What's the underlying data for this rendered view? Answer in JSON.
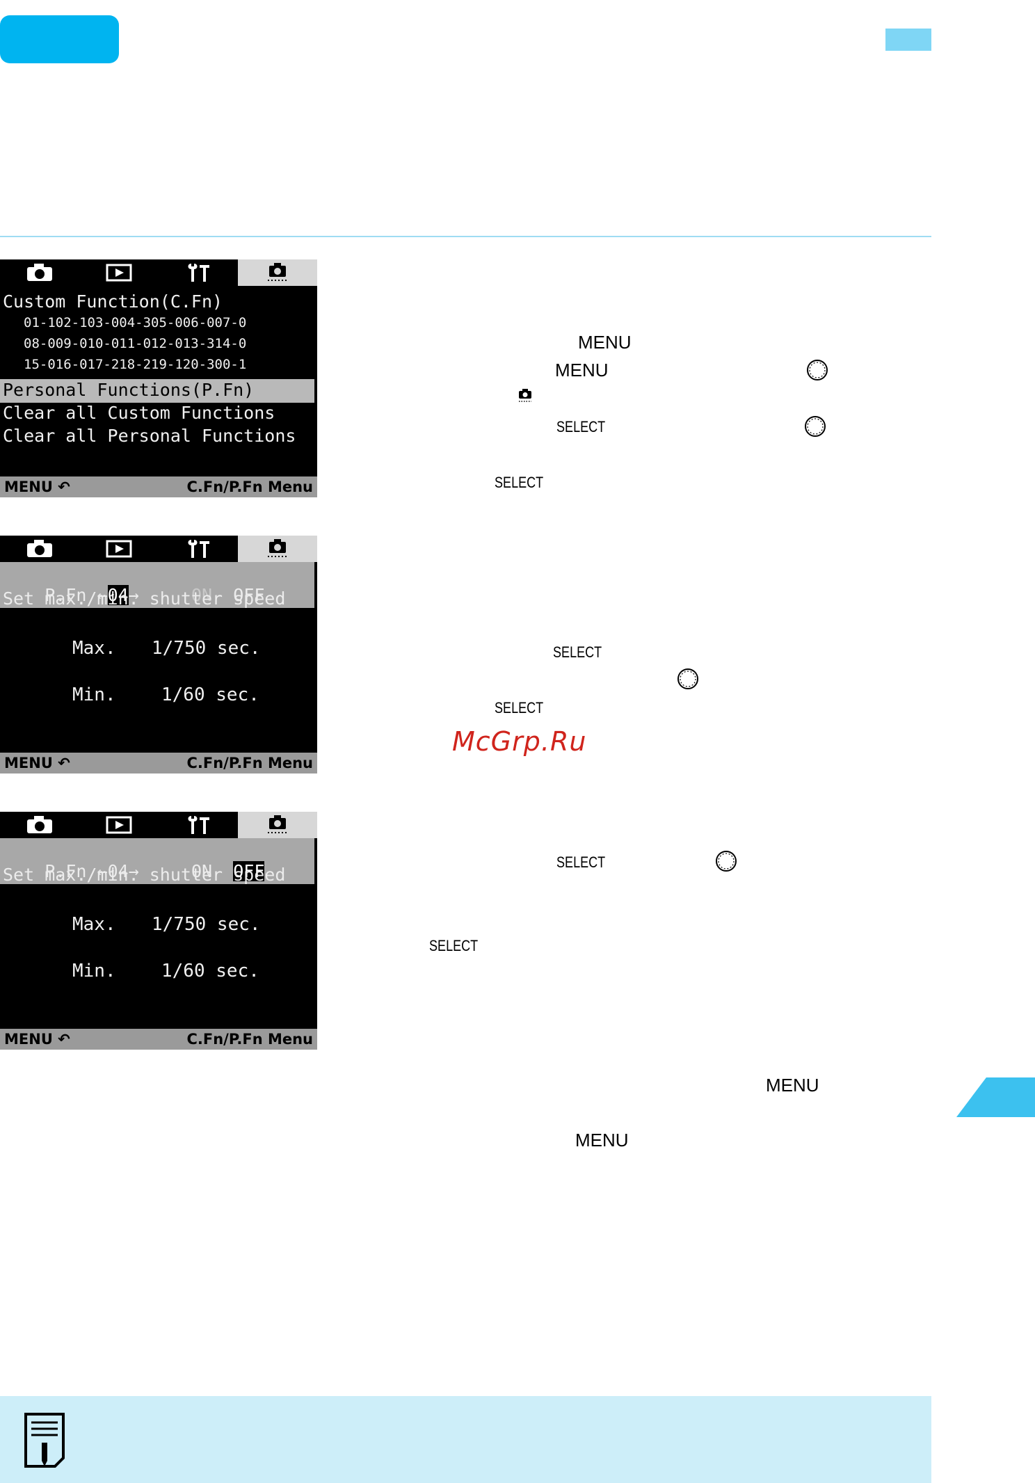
{
  "screens": [
    {
      "rows": {
        "title": "Custom Function(C.Fn)",
        "grid_line1": "01-102-103-004-305-006-007-0",
        "grid_line2": "08-009-010-011-012-013-314-0",
        "grid_line3": "15-016-017-218-219-120-300-1",
        "personal": "Personal Functions(P.Fn)",
        "clear_custom": "Clear all Custom Functions",
        "clear_personal": "Clear all Personal Functions"
      },
      "footer_left": "MENU",
      "footer_right": "C.Fn/P.Fn Menu"
    },
    {
      "pfn_label": "P.Fn",
      "pfn_number": "04",
      "on_label": "ON",
      "off_label": "OFF",
      "desc": "Set max./min. shutter speed",
      "max_label": "Max.",
      "max_value": "1/750 sec.",
      "min_label": "Min.",
      "min_value": "1/60 sec.",
      "footer_left": "MENU",
      "footer_right": "C.Fn/P.Fn Menu"
    },
    {
      "pfn_label": "P.Fn",
      "pfn_number": "04",
      "on_label": "ON",
      "off_label": "OFF",
      "desc": "Set max./min. shutter speed",
      "max_label": "Max.",
      "max_value": "1/750 sec.",
      "min_label": "Min.",
      "min_value": "1/60 sec.",
      "footer_left": "MENU",
      "footer_right": "C.Fn/P.Fn Menu"
    }
  ],
  "keywords": {
    "menu": "MENU",
    "select": "SELECT"
  },
  "watermark": "McGrp.Ru",
  "colors": {
    "accent": "#00b4f0",
    "light_accent": "#7fd6f5",
    "note_bg": "#cdeef9",
    "watermark": "#d0241c"
  }
}
